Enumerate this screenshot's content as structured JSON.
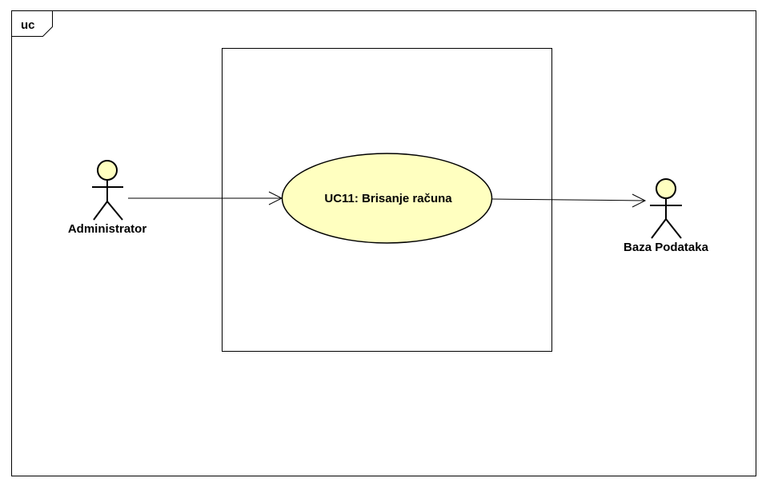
{
  "frame": {
    "label": "uc"
  },
  "use_case": {
    "label": "UC11: Brisanje računa",
    "fill_color": "#ffffc0"
  },
  "actors": {
    "administrator": "Administrator",
    "database": "Baza Podataka"
  },
  "colors": {
    "actor_head": "#ffffc0",
    "stroke": "#000000",
    "background": "#ffffff"
  }
}
